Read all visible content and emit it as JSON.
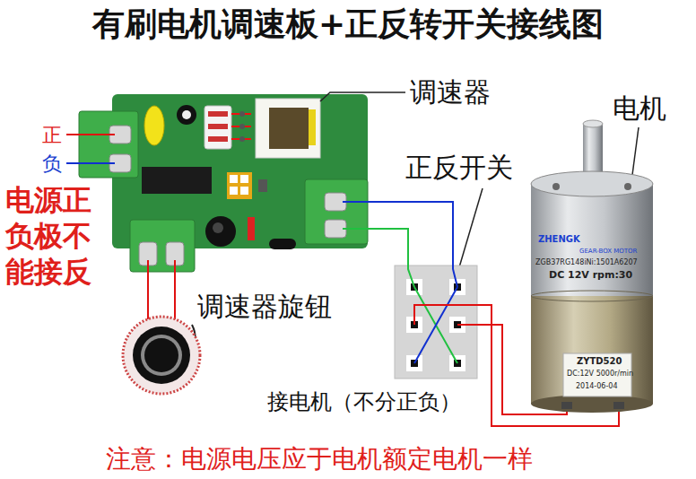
{
  "diagram": {
    "title": "有刷电机调速板+正反转开关接线图",
    "caption": "注意：电源电压应于电机额定电机一样",
    "labels": [
      "调速器",
      "电机",
      "正",
      "负",
      "电源正负极不能接反",
      "正反开关",
      "调速器旋钮",
      "接电机（不分正负）",
      "ZHENGK",
      "GEAR-BOX MOTOR",
      "ZGB37RG148iNi:1501A6207",
      "DC 12V rpm:30",
      "ZYTD520",
      "DC:12V 5000r/min",
      "2014-06-04"
    ]
  }
}
